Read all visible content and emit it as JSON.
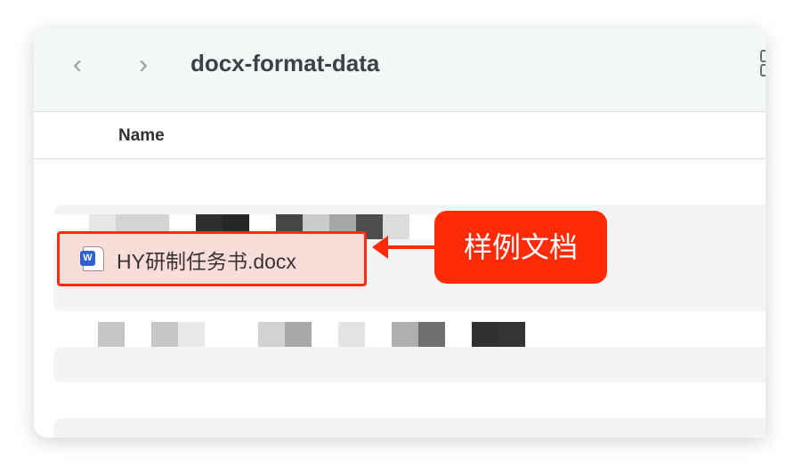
{
  "toolbar": {
    "back_icon": "chevron-left-icon",
    "forward_icon": "chevron-right-icon",
    "title": "docx-format-data",
    "view_icon": "grid-view-icon"
  },
  "list": {
    "column_name": "Name",
    "selected_file": {
      "name": "HY研制任务书.docx",
      "icon": "word-document-icon",
      "icon_letter": "W"
    }
  },
  "annotation": {
    "label": "样例文档",
    "color": "#ff2a06"
  },
  "redacted_rows": [
    [
      "#e6e7e7",
      "#d4d4d4",
      "#d4d4d4",
      "#ffffff",
      "#2e2e2e",
      "#262626",
      "#ffffff",
      "#464646",
      "#cbcbcb",
      "#a6a6a6",
      "#4e4e4e",
      "#dcdcdc"
    ],
    [
      "#c6c6c6",
      "#ffffff",
      "#c6c6c6",
      "#e8e8e8",
      "#ffffff",
      "#ffffff",
      "#d2d2d2",
      "#a8a8a8",
      "#ffffff",
      "#e3e3e3",
      "#ffffff",
      "#afafaf",
      "#6f6f6f",
      "#ffffff",
      "#303030",
      "#353535"
    ]
  ]
}
